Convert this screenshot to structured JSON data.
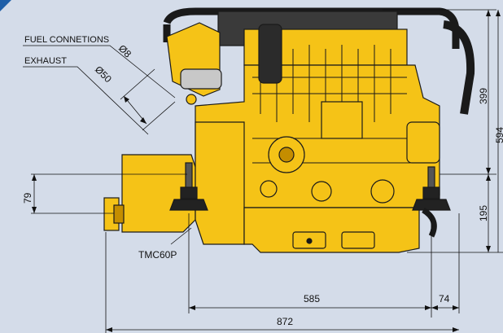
{
  "labels": {
    "fuel": "FUEL CONNETIONS",
    "exhaust": "EXHAUST",
    "fuel_dia": "Ø8",
    "exhaust_dia": "Ø50",
    "gearbox": "TMC60P"
  },
  "dimensions": {
    "d399": "399",
    "d594": "594",
    "d195": "195",
    "d79": "79",
    "d585": "585",
    "d74": "74",
    "d872": "872"
  },
  "colors": {
    "engine_yellow": "#f5c317",
    "engine_dark": "#c48d00",
    "outline": "#1a1a1a",
    "background": "#d4dce9",
    "rubber": "#222222",
    "corner_accent": "#1f5fa8"
  }
}
